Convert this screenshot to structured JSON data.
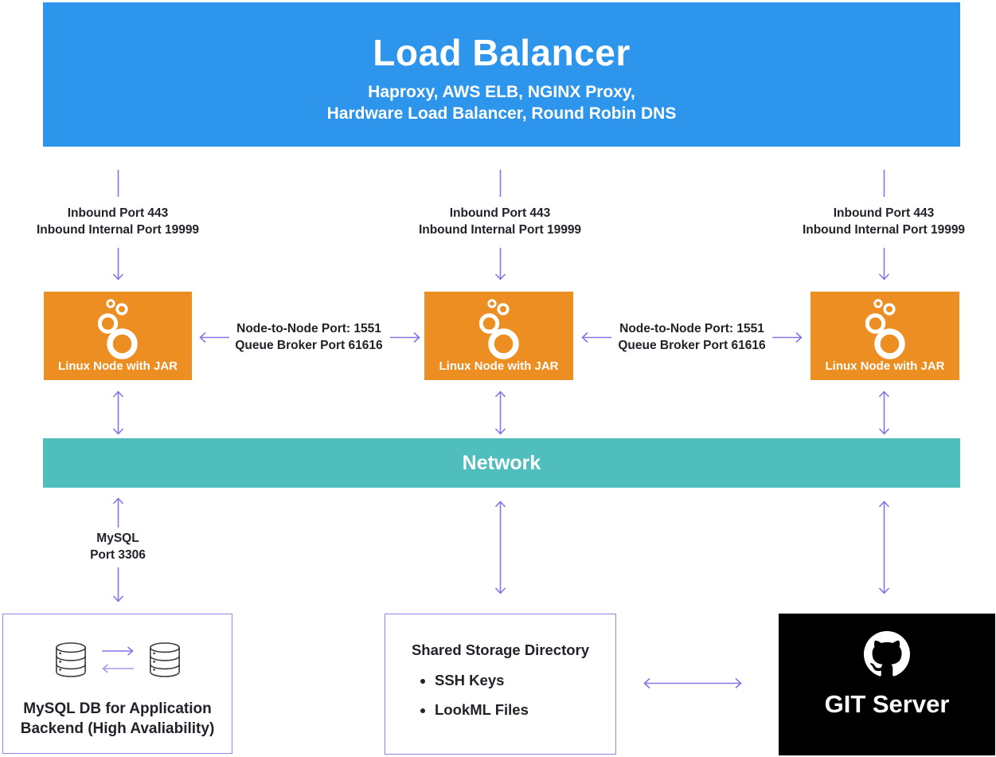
{
  "colors": {
    "load_balancer_blue": "#2D95EC",
    "node_orange": "#EC8E22",
    "network_teal": "#50BEBD",
    "arrow_purple": "#8276E9",
    "arrow_purple_light": "#A89BF2",
    "box_border_purple": "#9183EA",
    "git_server_black": "#000000",
    "text_dark": "#22222A"
  },
  "load_balancer": {
    "title": "Load Balancer",
    "subtitle_line1": "Haproxy, AWS ELB, NGINX Proxy,",
    "subtitle_line2": "Hardware Load Balancer, Round Robin DNS"
  },
  "inbound_label": {
    "line1": "Inbound Port 443",
    "line2": "Inbound Internal Port 19999"
  },
  "node": {
    "label": "Linux Node with JAR"
  },
  "node_link_label": {
    "line1": "Node-to-Node Port: 1551",
    "line2": "Queue Broker Port 61616"
  },
  "network": {
    "label": "Network"
  },
  "mysql_link_label": {
    "line1": "MySQL",
    "line2": "Port 3306"
  },
  "mysql_box": {
    "caption_line1": "MySQL DB for Application",
    "caption_line2": "Backend (High Avaliability)"
  },
  "storage_box": {
    "title": "Shared Storage Directory",
    "bullets": [
      "SSH Keys",
      "LookML Files"
    ]
  },
  "git_box": {
    "label": "GIT Server"
  }
}
